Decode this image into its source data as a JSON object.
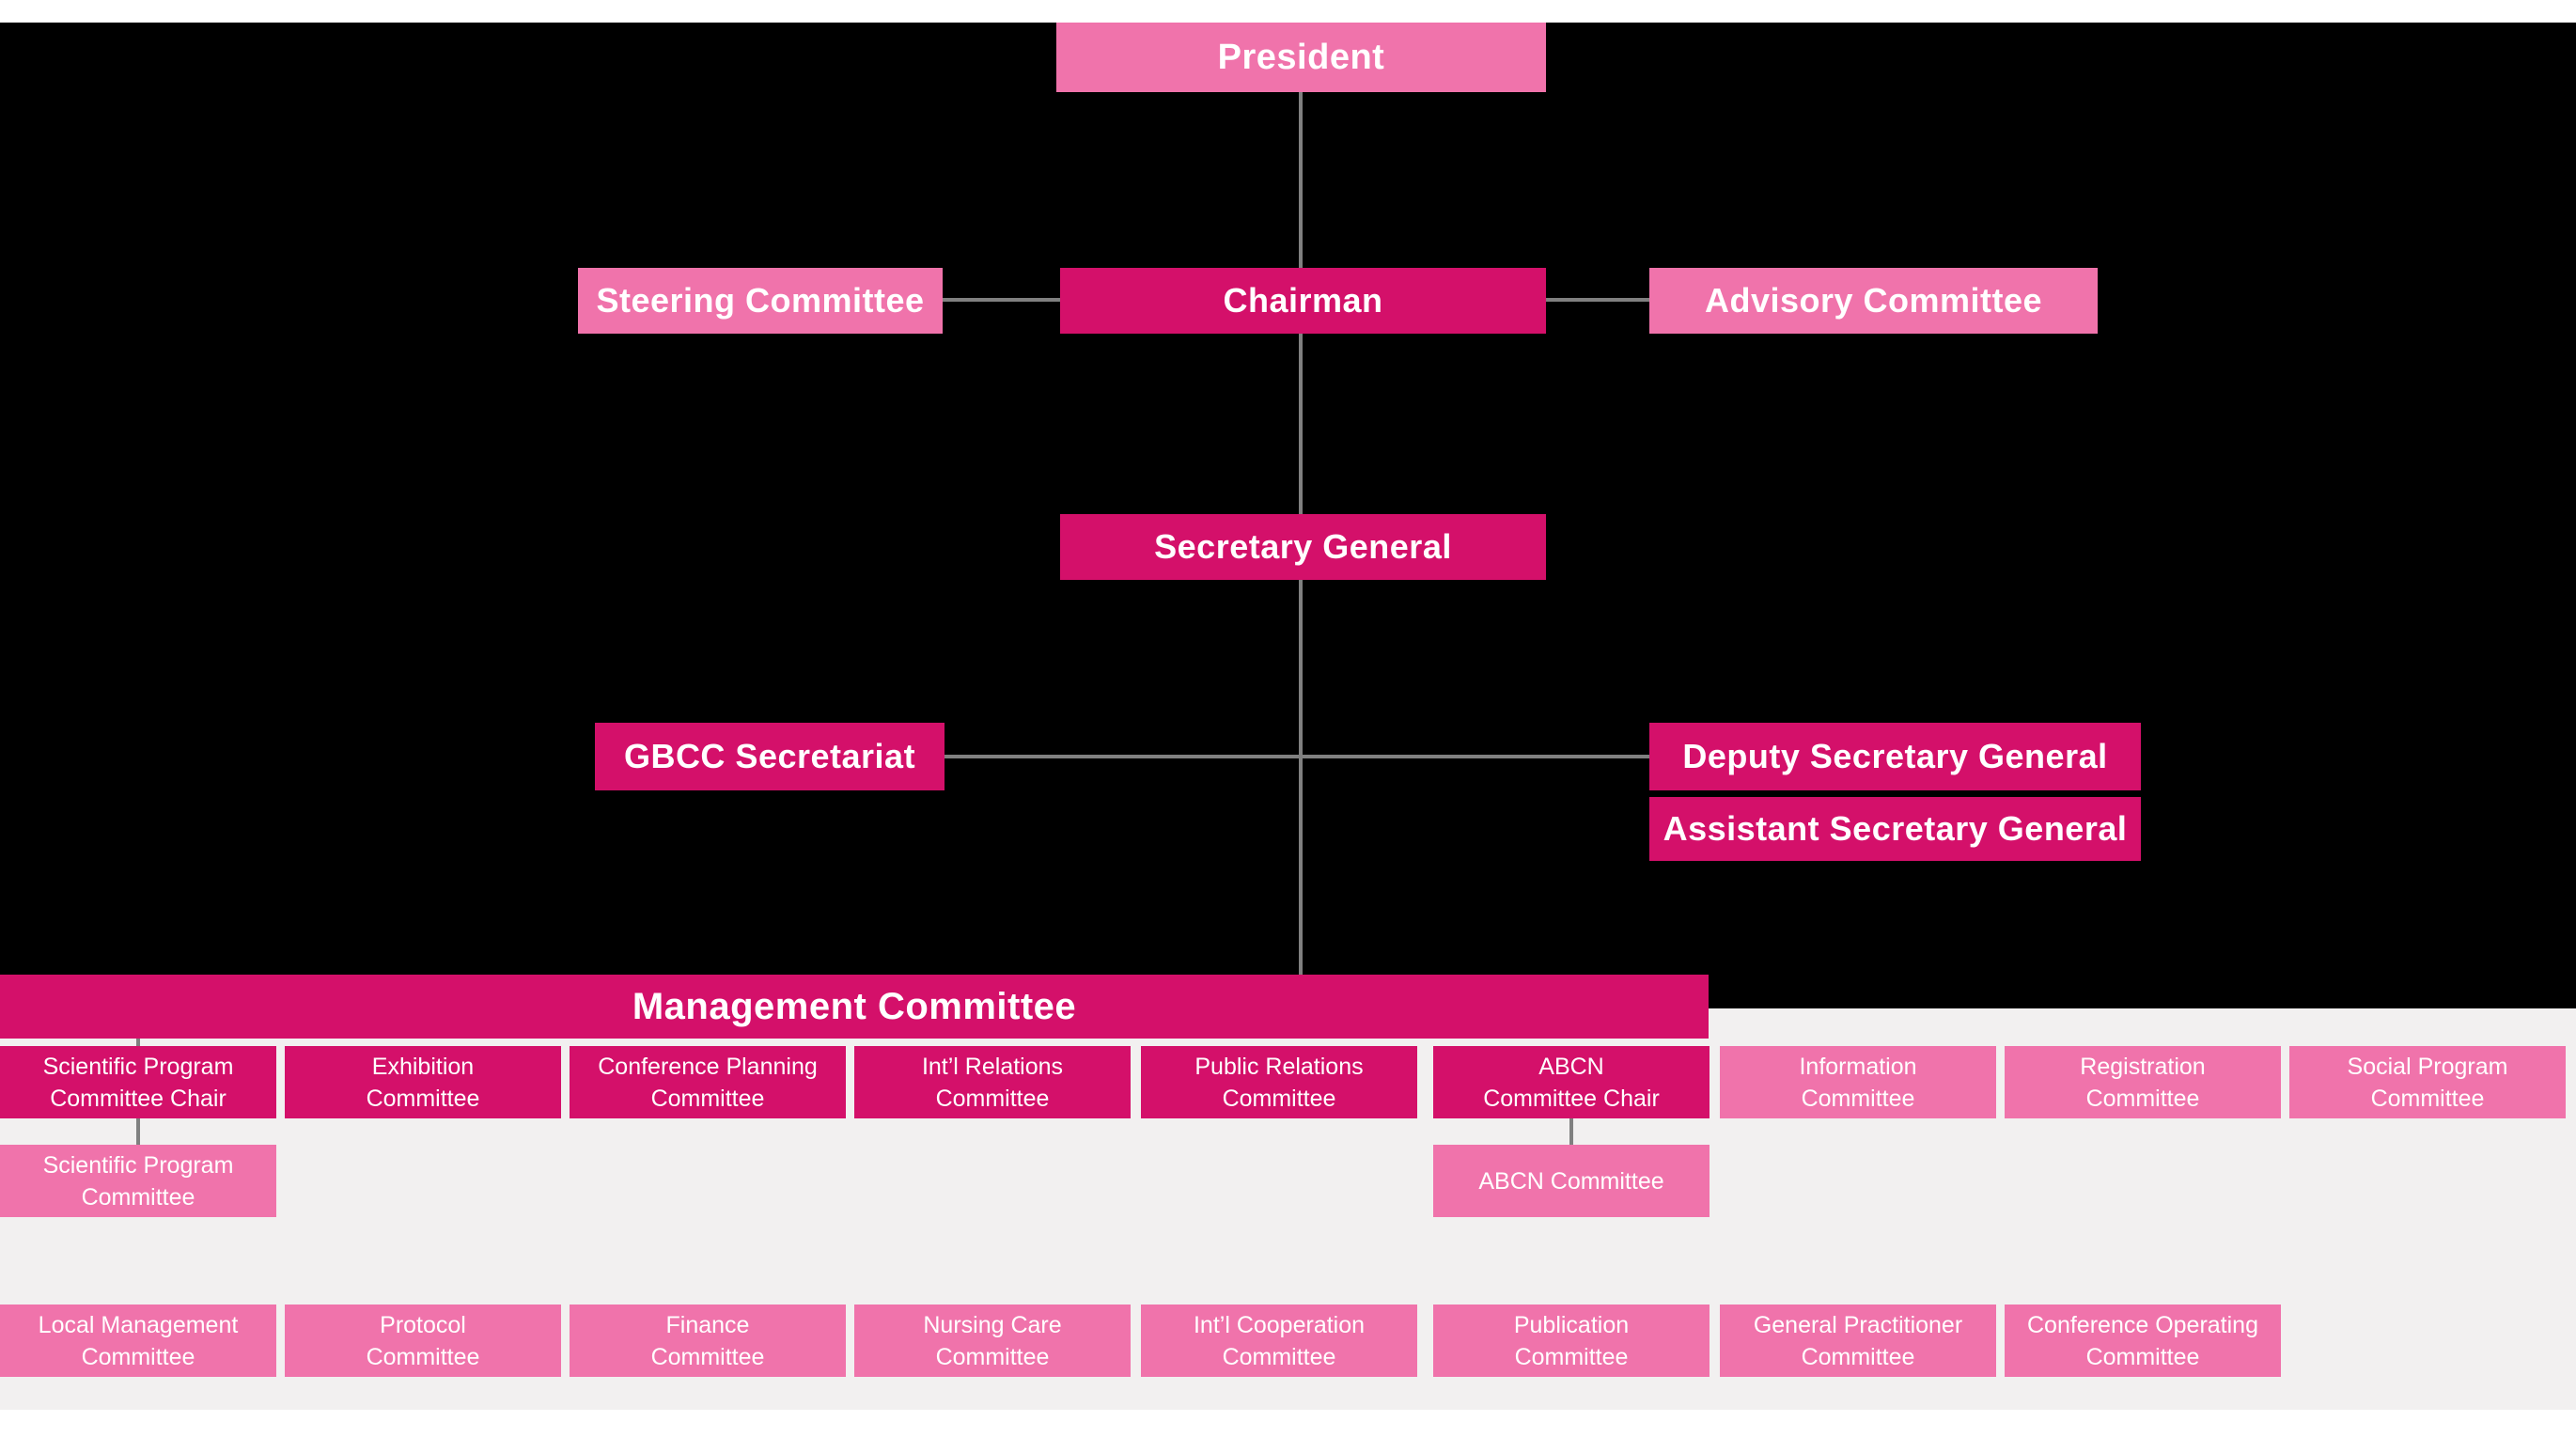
{
  "colors": {
    "dark_pink": "#D4106A",
    "light_pink": "#F073AB",
    "background_black": "#000000",
    "background_gray": "#F2F0F0",
    "connector_gray": "#808080",
    "text_white": "#FFFFFF"
  },
  "nodes": {
    "president": "President",
    "steering_committee": "Steering Committee",
    "chairman": "Chairman",
    "advisory_committee": "Advisory Committee",
    "secretary_general": "Secretary General",
    "gbcc_secretariat": "GBCC Secretariat",
    "deputy_secretary_general": "Deputy Secretary General",
    "assistant_secretary_general": "Assistant Secretary General",
    "management_committee": "Management Committee"
  },
  "committee_row": [
    {
      "line1": "Scientific Program",
      "line2": "Committee Chair",
      "variant": "dark"
    },
    {
      "line1": "Exhibition",
      "line2": "Committee",
      "variant": "dark"
    },
    {
      "line1": "Conference Planning",
      "line2": "Committee",
      "variant": "dark"
    },
    {
      "line1": "Int’l Relations",
      "line2": "Committee",
      "variant": "dark"
    },
    {
      "line1": "Public Relations",
      "line2": "Committee",
      "variant": "dark"
    },
    {
      "line1": "ABCN",
      "line2": "Committee Chair",
      "variant": "dark"
    },
    {
      "line1": "Information",
      "line2": "Committee",
      "variant": "light"
    },
    {
      "line1": "Registration",
      "line2": "Committee",
      "variant": "light"
    },
    {
      "line1": "Social Program",
      "line2": "Committee",
      "variant": "light"
    }
  ],
  "sub_committees": [
    {
      "line1": "Scientific Program",
      "line2": "Committee"
    },
    {
      "line1": "ABCN Committee",
      "line2": ""
    }
  ],
  "bottom_row": [
    {
      "line1": "Local Management",
      "line2": "Committee"
    },
    {
      "line1": "Protocol",
      "line2": "Committee"
    },
    {
      "line1": "Finance",
      "line2": "Committee"
    },
    {
      "line1": "Nursing Care",
      "line2": "Committee"
    },
    {
      "line1": "Int’l Cooperation",
      "line2": "Committee"
    },
    {
      "line1": "Publication",
      "line2": "Committee"
    },
    {
      "line1": "General Practitioner",
      "line2": "Committee"
    },
    {
      "line1": "Conference Operating",
      "line2": "Committee"
    }
  ]
}
